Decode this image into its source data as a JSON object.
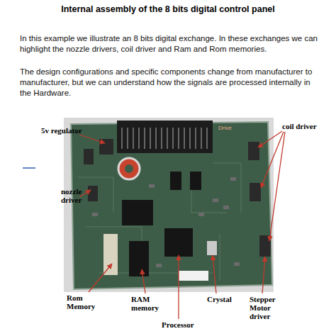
{
  "diagram": {
    "title": "Internal assembly of the 8 bits digital control panel",
    "labels": [
      "In this example we illustrate an 8 bits digital exchange. In these exchanges we can highlight the nozzle drivers, coil driver and Ram and Rom memories.",
      "The design configurations and specific components change from manufacturer to manufacturer, but we can understand how the signals are processed internally in the Hardware.",
      "Drive",
      "5v regulator",
      "coil driver",
      "nozzle driver",
      "Rom Memory",
      "RAM memory",
      "Processor",
      "Crystal",
      "Stepper Motor driver"
    ]
  }
}
